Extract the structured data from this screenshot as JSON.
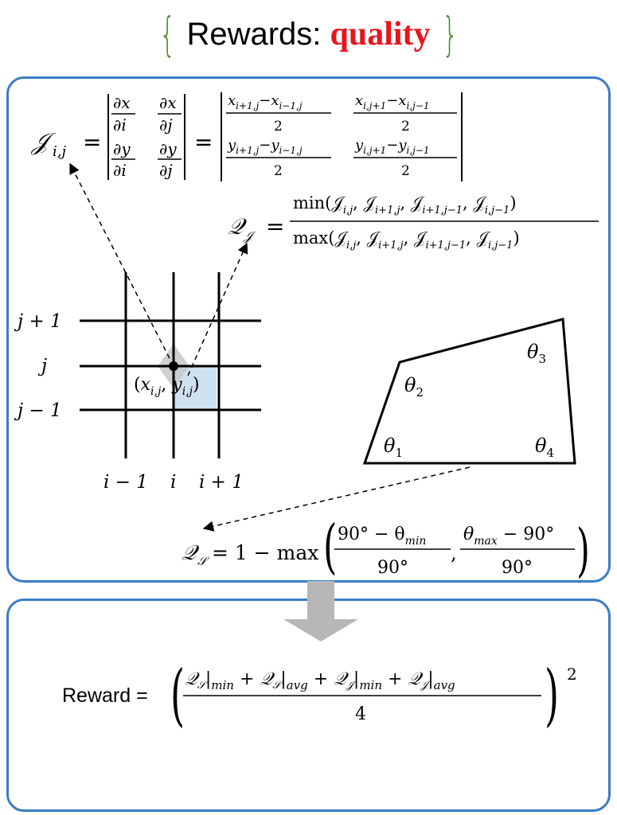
{
  "title": {
    "prefix": "Rewards: ",
    "highlight": "quality"
  },
  "colors": {
    "panel_border": "#3a7cc4",
    "brace": "#4a8a2a",
    "highlight": "#e8141c",
    "arrow": "#b7b7b7",
    "cell_fill": "#cfe0f1",
    "diamond_fill": "#c8c8c8"
  },
  "jacobian": {
    "lhs": "𝒥",
    "lhs_sub": "i,j",
    "partials": {
      "dx": "∂x",
      "dy": "∂y",
      "di": "∂i",
      "dj": "∂j"
    },
    "diff_x_i": "x",
    "sub_x_ip1": "i+1,j",
    "sub_x_im1": "i−1,j",
    "sub_x_jp1": "i,j+1",
    "sub_x_jm1": "i,j−1",
    "diff_y": "y",
    "denominator": "2"
  },
  "q_j": {
    "lhs": "𝒬",
    "lhs_sub": "𝒥",
    "numerator": "min(𝒥",
    "denominator": "max(𝒥",
    "terms": [
      "i,j",
      "i+1,j",
      "i+1,j−1",
      "i,j−1"
    ]
  },
  "grid": {
    "row_labels": [
      "j + 1",
      "j",
      "j − 1"
    ],
    "col_labels": [
      "i − 1",
      "i",
      "i + 1"
    ],
    "point_label_x": "x",
    "point_label_y": "y",
    "point_sub": "i,j"
  },
  "quad": {
    "angles": [
      "θ",
      "θ",
      "θ",
      "θ"
    ],
    "angle_subs": [
      "1",
      "2",
      "3",
      "4"
    ]
  },
  "q_s": {
    "lhs": "𝒬",
    "lhs_sub": "𝒮",
    "prefix": "= 1 − max",
    "frac1_num": "90° − θ",
    "frac1_num_sub": "min",
    "frac2_num": "θ",
    "frac2_num_sub": "max",
    "frac2_num_tail": " − 90°",
    "den": "90°"
  },
  "reward": {
    "lhs": "Reward =",
    "q_s": "𝒬",
    "q_s_sub": "𝒮",
    "q_j": "𝒬",
    "q_j_sub": "𝒥",
    "min": "min",
    "avg": "avg",
    "denominator": "4",
    "exponent": "2"
  }
}
